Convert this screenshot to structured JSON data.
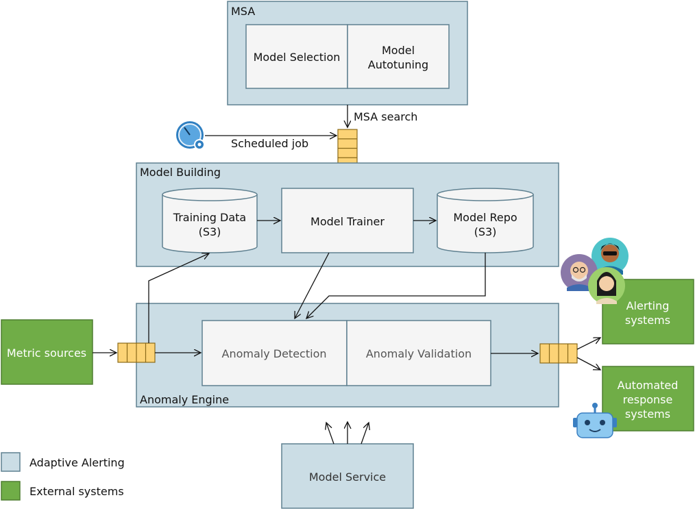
{
  "colors": {
    "internal_fill": "#cbdde5",
    "internal_stroke": "#5f8090",
    "external_fill": "#70ad47",
    "external_stroke": "#4f7f30",
    "box_fill": "#f5f5f5",
    "queue_fill": "#fcd376",
    "queue_stroke": "#8a6a1a",
    "text": "#111111"
  },
  "msa": {
    "title": "MSA",
    "model_selection": "Model Selection",
    "model_autotuning_line1": "Model",
    "model_autotuning_line2": "Autotuning"
  },
  "labels": {
    "msa_search": "MSA search",
    "scheduled_job": "Scheduled job"
  },
  "model_building": {
    "title": "Model Building",
    "training_data_line1": "Training Data",
    "training_data_line2": "(S3)",
    "model_trainer": "Model Trainer",
    "model_repo_line1": "Model Repo",
    "model_repo_line2": "(S3)"
  },
  "anomaly_engine": {
    "title": "Anomaly Engine",
    "anomaly_detection": "Anomaly Detection",
    "anomaly_validation": "Anomaly Validation"
  },
  "external": {
    "metric_sources": "Metric sources",
    "alerting_line1": "Alerting",
    "alerting_line2": "systems",
    "automated_line1": "Automated",
    "automated_line2": "response",
    "automated_line3": "systems"
  },
  "model_service": "Model Service",
  "legend": {
    "adaptive_alerting": "Adaptive Alerting",
    "external_systems": "External systems"
  },
  "icons": [
    "clock-gear-icon",
    "person-icon",
    "robot-icon"
  ]
}
